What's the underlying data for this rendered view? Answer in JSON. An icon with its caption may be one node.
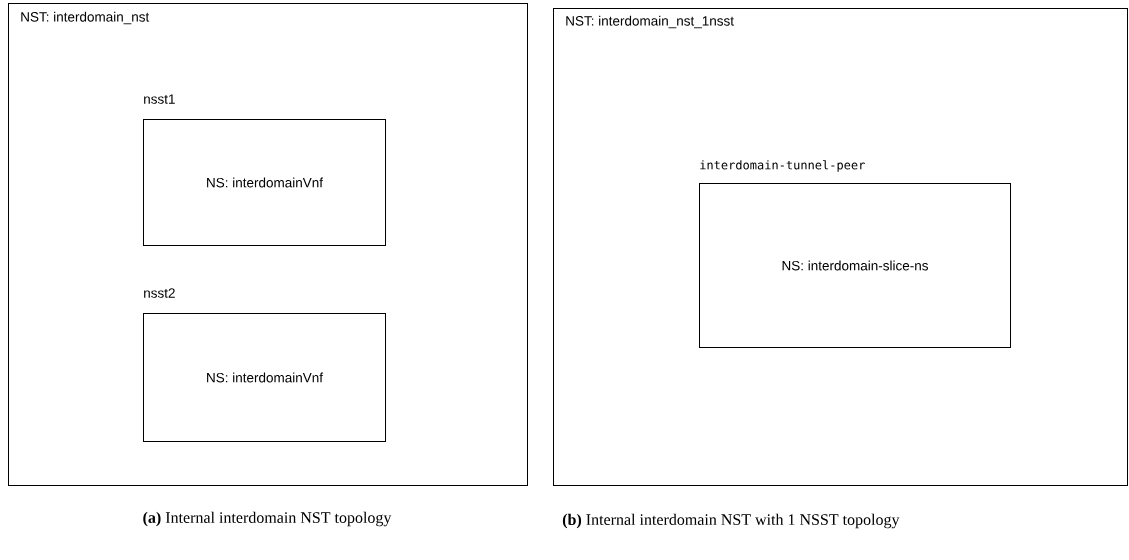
{
  "diagram": {
    "nodes": [
      {
        "text": [
          "NST: interdomain_nst"
        ]
      },
      {
        "text": [
          "nsst1",
          "NS: interdomainVnf"
        ],
        "in": 0
      },
      {
        "text": [
          "nsst2",
          "NS: interdomainVnf"
        ],
        "in": 0
      },
      {
        "text": [
          "NST: interdomain_nst_1nsst"
        ]
      },
      {
        "text": [
          "interdomain-tunnel-peer",
          "NS: interdomain-slice-ns"
        ],
        "in": 3
      }
    ],
    "labels": [
      "**(a)** Internal interdomain NST topology",
      "**(b)** Internal interdomain NST with 1 NSST topology"
    ]
  }
}
